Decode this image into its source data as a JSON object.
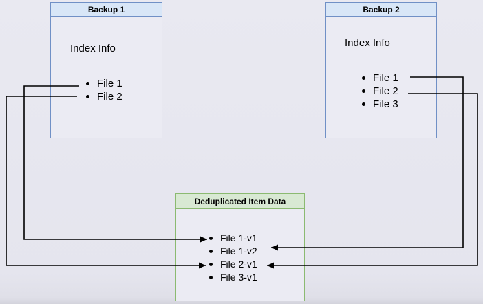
{
  "colors": {
    "bg": "#e5e5ee",
    "node_fill": "#ebebf3",
    "backup_border": "#7090c6",
    "backup_header_fill": "#d8e6f7",
    "dedup_border": "#8bba71",
    "dedup_header_fill": "#d8e9d3",
    "connector_color": "#000000",
    "text_color": "#000000"
  },
  "backup1": {
    "title": "Backup 1",
    "label": "Index Info",
    "items": [
      "File 1",
      "File 2"
    ]
  },
  "backup2": {
    "title": "Backup 2",
    "label": "Index Info",
    "items": [
      "File 1",
      "File 2",
      "File 3"
    ]
  },
  "dedup": {
    "title": "Deduplicated Item Data",
    "items": [
      "File 1-v1",
      "File 1-v2",
      "File 2-v1",
      "File 3-v1"
    ]
  },
  "connections": [
    {
      "from": "Backup 1 / File 1",
      "to": "File 1-v1",
      "direction": "left-around"
    },
    {
      "from": "Backup 1 / File 2",
      "to": "File 2-v1",
      "direction": "left-around"
    },
    {
      "from": "Backup 2 / File 1",
      "to": "File 1-v2",
      "direction": "right-around"
    },
    {
      "from": "Backup 2 / File 2",
      "to": "File 2-v1",
      "direction": "right-around"
    }
  ]
}
